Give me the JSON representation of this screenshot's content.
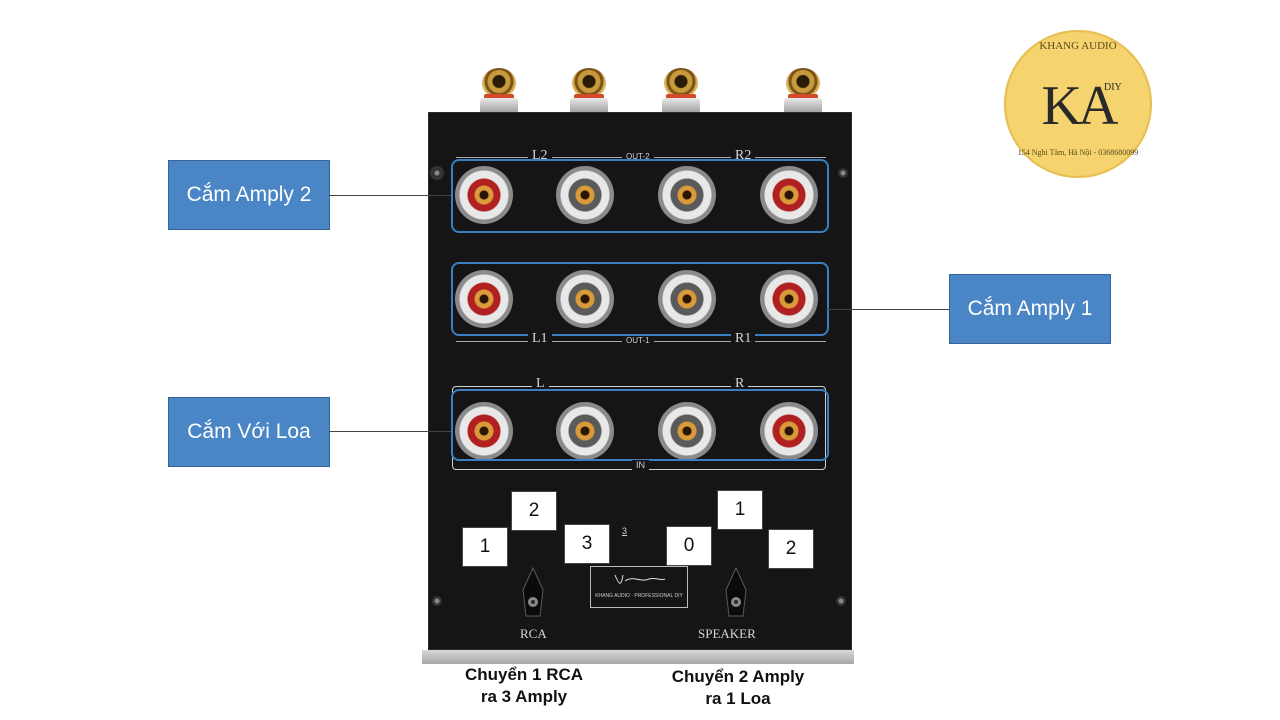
{
  "logo": {
    "brand": "KHANG AUDIO",
    "mark": "KA",
    "suffix": "DIY",
    "address": "154 Nghi Tàm, Hà Nội - 0368680099"
  },
  "panel": {
    "out2": {
      "left": "L2",
      "center": "OUT-2",
      "right": "R2"
    },
    "out1": {
      "left": "L1",
      "center": "OUT-1",
      "right": "R1"
    },
    "input": {
      "left": "L",
      "right": "R",
      "bottom": "IN"
    },
    "small_mark": "3",
    "rca_label": "RCA",
    "speaker_label": "SPEAKER",
    "plate_text": "KHANG AUDIO · PROFESSIONAL DIY"
  },
  "callouts": {
    "amp2": "Cắm Amply 2",
    "amp1": "Cắm Amply 1",
    "speaker": "Cắm Với Loa"
  },
  "rca_switch": {
    "positions": [
      "1",
      "2",
      "3"
    ]
  },
  "speaker_switch": {
    "positions": [
      "0",
      "1",
      "2"
    ]
  },
  "captions": {
    "rca": {
      "line1": "Chuyển 1 RCA",
      "line2": "ra 3 Amply"
    },
    "speaker": {
      "line1": "Chuyển 2 Amply",
      "line2": "ra 1 Loa"
    }
  }
}
